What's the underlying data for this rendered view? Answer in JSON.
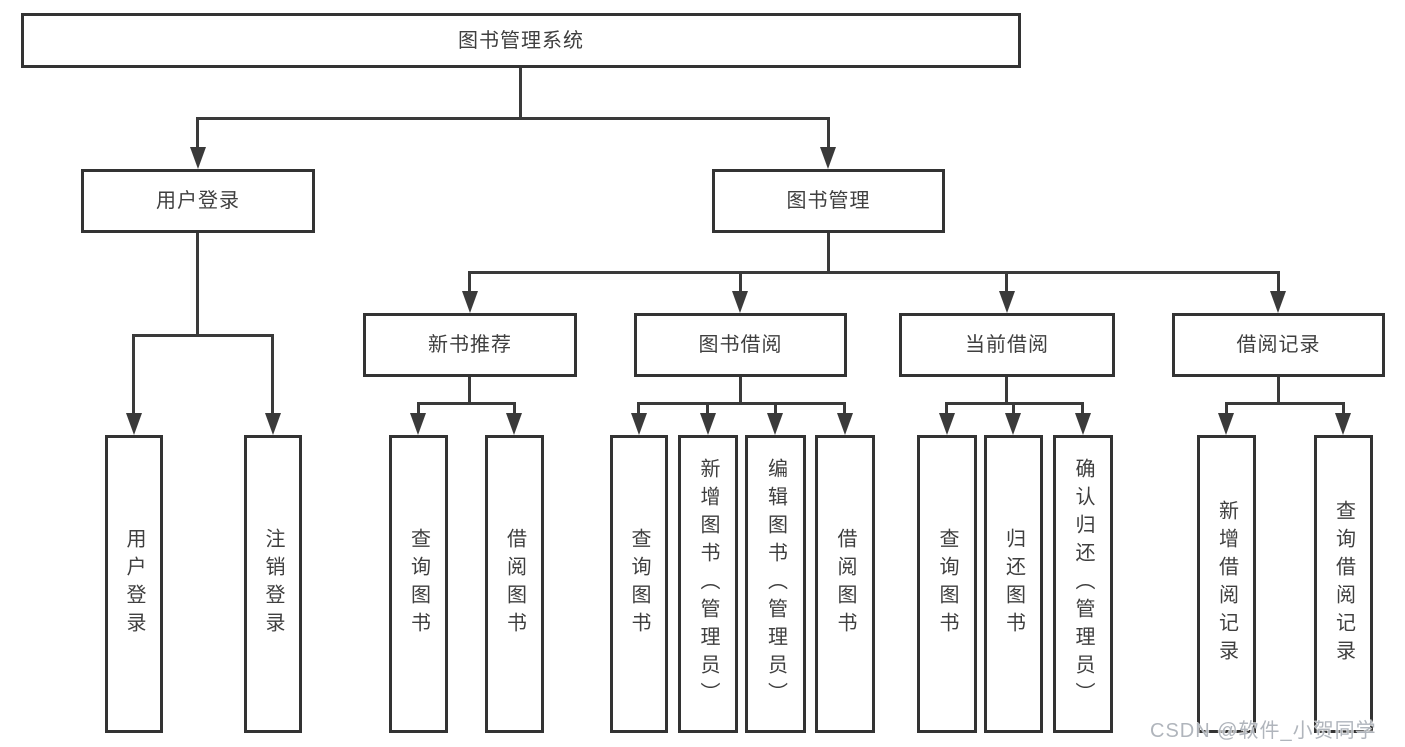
{
  "tree": {
    "root": "图书管理系统",
    "user_login": {
      "label": "用户登录",
      "children": [
        "用户登录",
        "注销登录"
      ]
    },
    "book_management": {
      "label": "图书管理",
      "sections": [
        {
          "label": "新书推荐",
          "children": [
            "查询图书",
            "借阅图书"
          ]
        },
        {
          "label": "图书借阅",
          "children": [
            "查询图书",
            "新增图书（管理员）",
            "编辑图书（管理员）",
            "借阅图书"
          ]
        },
        {
          "label": "当前借阅",
          "children": [
            "查询图书",
            "归还图书",
            "确认归还（管理员）"
          ]
        },
        {
          "label": "借阅记录",
          "children": [
            "新增借阅记录",
            "查询借阅记录"
          ]
        }
      ]
    }
  },
  "watermark": "CSDN @软件_小贺同学",
  "colors": {
    "line": "#3a3a3a",
    "border": "#333333",
    "text": "#3f3f3f",
    "background": "#ffffff",
    "watermark": "#b0b5bc"
  }
}
